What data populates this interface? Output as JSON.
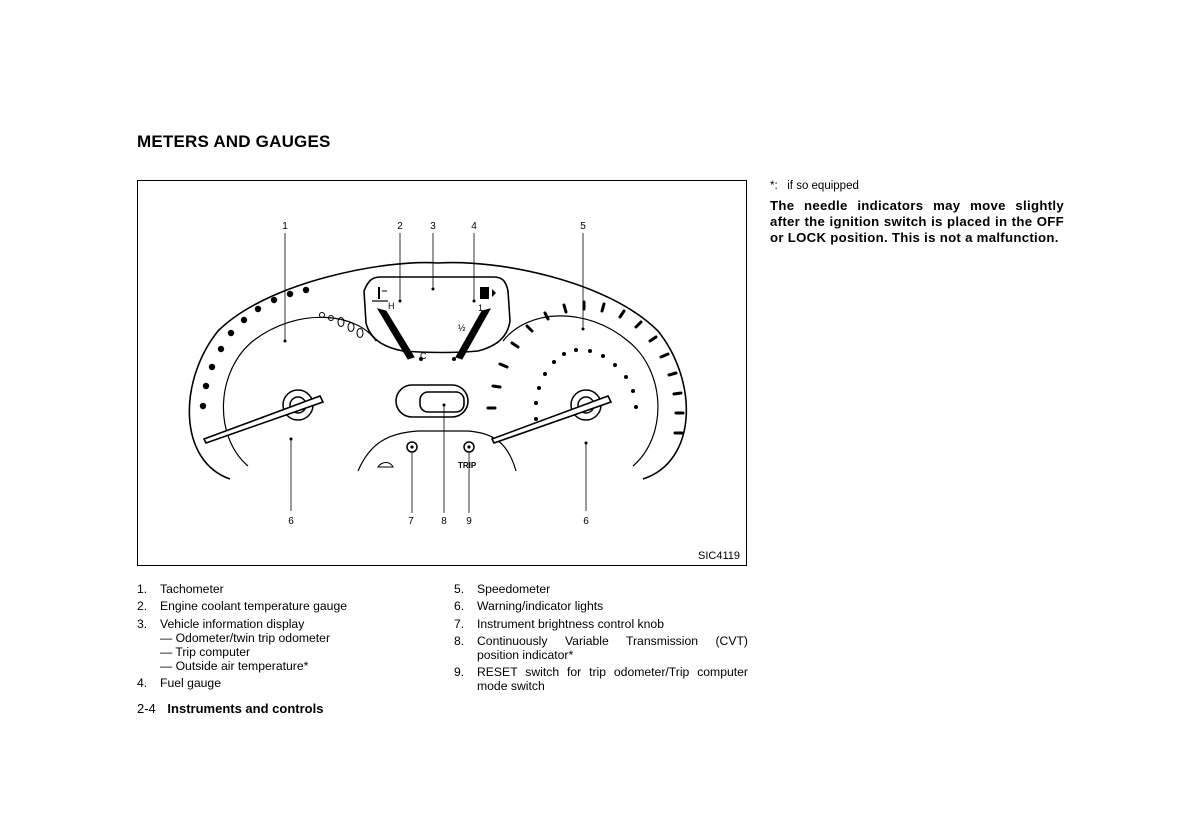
{
  "page": {
    "title": "METERS AND GAUGES",
    "figure_code": "SIC4119",
    "footnote": "*:   if so equipped",
    "note": "The needle indicators may move slightly after the ignition switch is placed in the OFF or LOCK position. This is not a malfunction.",
    "footer_page": "2-4",
    "footer_section": "Instruments and controls"
  },
  "callouts": [
    "1",
    "2",
    "3",
    "4",
    "5",
    "6",
    "6",
    "7",
    "8",
    "9"
  ],
  "gauge_marks": {
    "hot": "H",
    "cold": "C",
    "full": "1",
    "half": "½",
    "trip": "TRIP"
  },
  "legend_left": [
    {
      "num": "1.",
      "text": "Tachometer"
    },
    {
      "num": "2.",
      "text": "Engine coolant temperature gauge"
    },
    {
      "num": "3.",
      "text": "Vehicle information display",
      "sub": [
        "— Odometer/twin trip odometer",
        "— Trip computer",
        "— Outside air temperature*"
      ]
    },
    {
      "num": "4.",
      "text": "Fuel gauge"
    }
  ],
  "legend_right": [
    {
      "num": "5.",
      "text": "Speedometer"
    },
    {
      "num": "6.",
      "text": "Warning/indicator lights"
    },
    {
      "num": "7.",
      "text": "Instrument brightness control knob"
    },
    {
      "num": "8.",
      "text": "Continuously Variable Transmission (CVT) position indicator*"
    },
    {
      "num": "9.",
      "text": "RESET switch for trip odometer/Trip computer mode switch"
    }
  ]
}
